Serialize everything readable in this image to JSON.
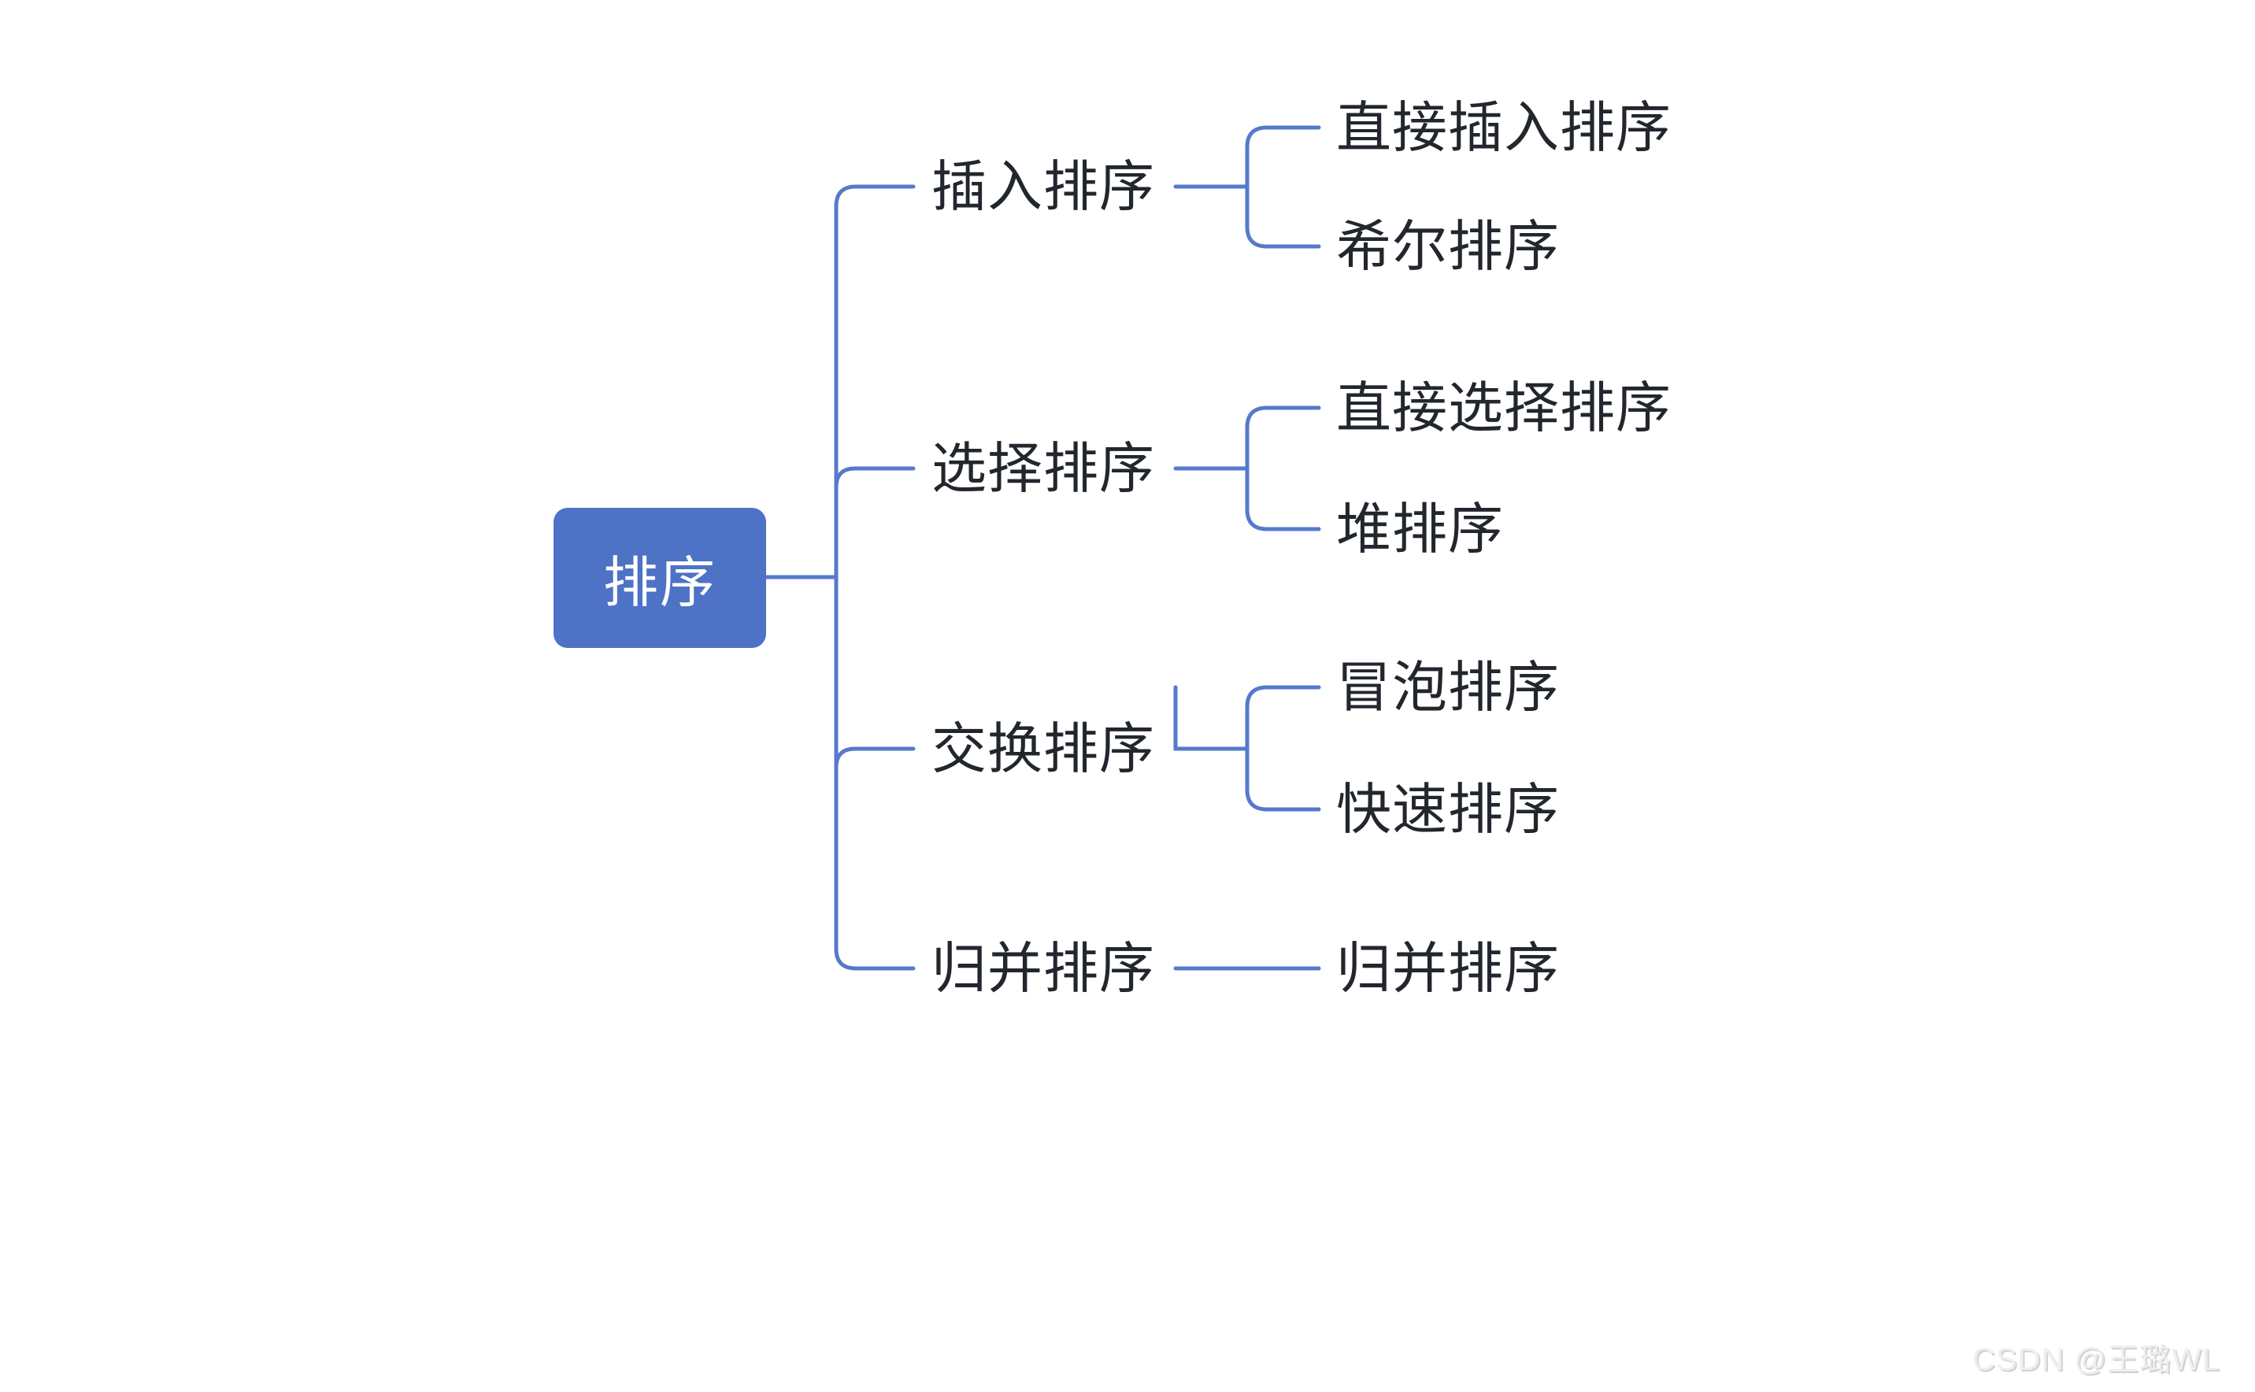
{
  "root": {
    "label": "排序"
  },
  "branches": [
    {
      "label": "插入排序",
      "children": [
        {
          "label": "直接插入排序"
        },
        {
          "label": "希尔排序"
        }
      ]
    },
    {
      "label": "选择排序",
      "children": [
        {
          "label": "直接选择排序"
        },
        {
          "label": "堆排序"
        }
      ]
    },
    {
      "label": "交换排序",
      "children": [
        {
          "label": "冒泡排序"
        },
        {
          "label": "快速排序"
        }
      ]
    },
    {
      "label": "归并排序",
      "children": [
        {
          "label": "归并排序"
        }
      ]
    }
  ],
  "watermark": "CSDN @王璐WL",
  "colors": {
    "node_fill": "#4d72c6",
    "connector": "#5679ca",
    "text": "#22262d",
    "watermark": "#efefef"
  }
}
